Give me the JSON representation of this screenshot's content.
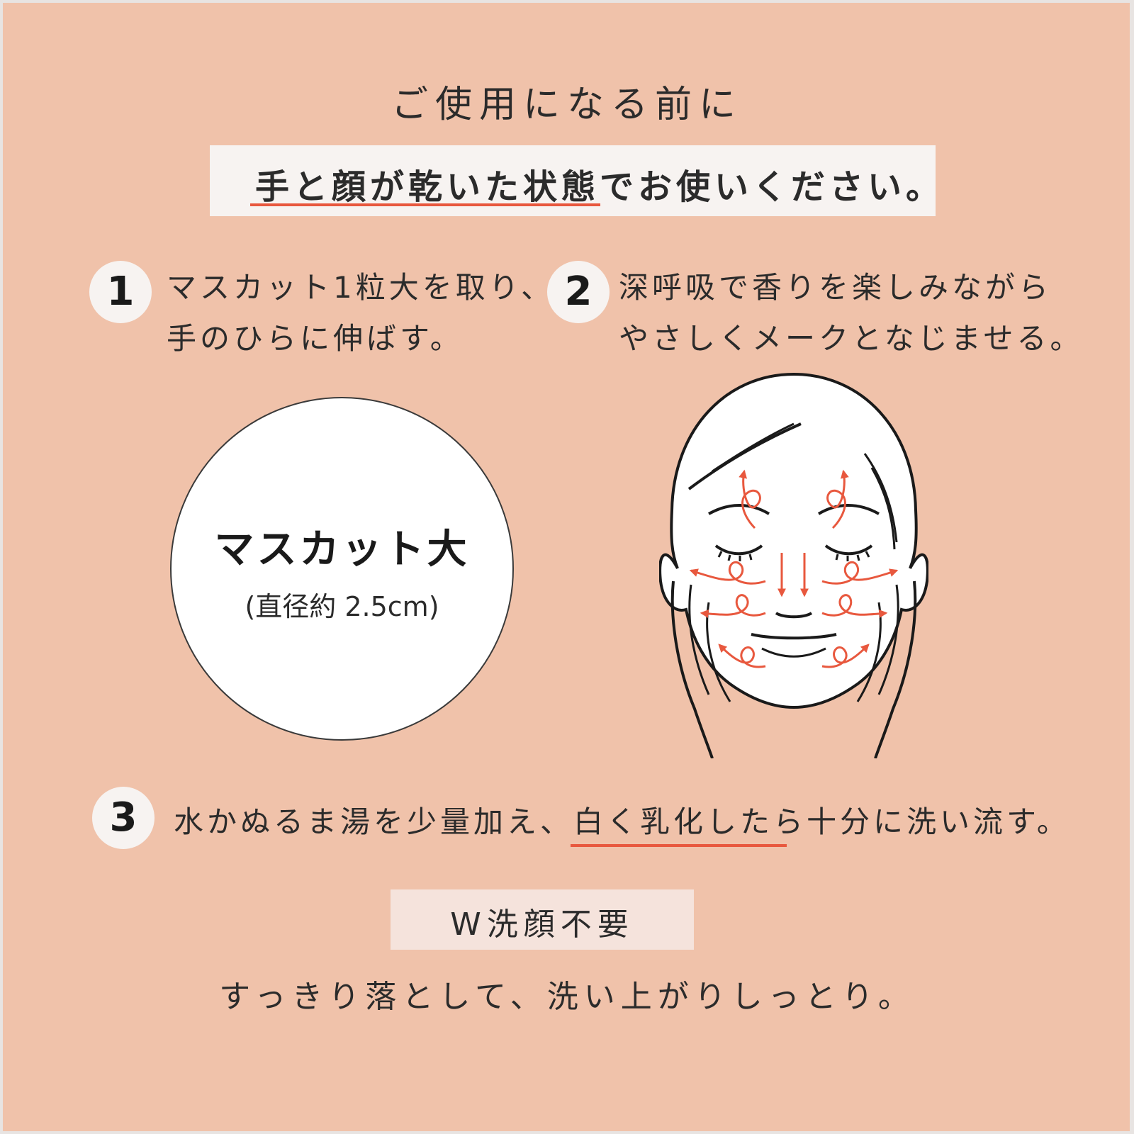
{
  "header": {
    "title": "ご使用になる前に",
    "notice": "手と顔が乾いた状態でお使いください。"
  },
  "steps": [
    {
      "number": "1",
      "line1": "マスカット1粒大を取り、",
      "line2": "手のひらに伸ばす。"
    },
    {
      "number": "2",
      "line1": "深呼吸で香りを楽しみながら",
      "line2": "やさしくメークとなじませる。"
    },
    {
      "number": "3",
      "line1": "水かぬるま湯を少量加え、白く乳化したら十分に洗い流す。"
    }
  ],
  "bead": {
    "label": "マスカット大",
    "size": "(直径約 2.5cm)"
  },
  "footer": {
    "badge": "W洗顔不要",
    "tagline": "すっきり落として、洗い上がりしっとり。"
  },
  "colors": {
    "background": "#f0c2aa",
    "accent": "#e8583e",
    "panel": "#f7f3f1"
  },
  "icons": {
    "face": "face-massage-illustration"
  }
}
